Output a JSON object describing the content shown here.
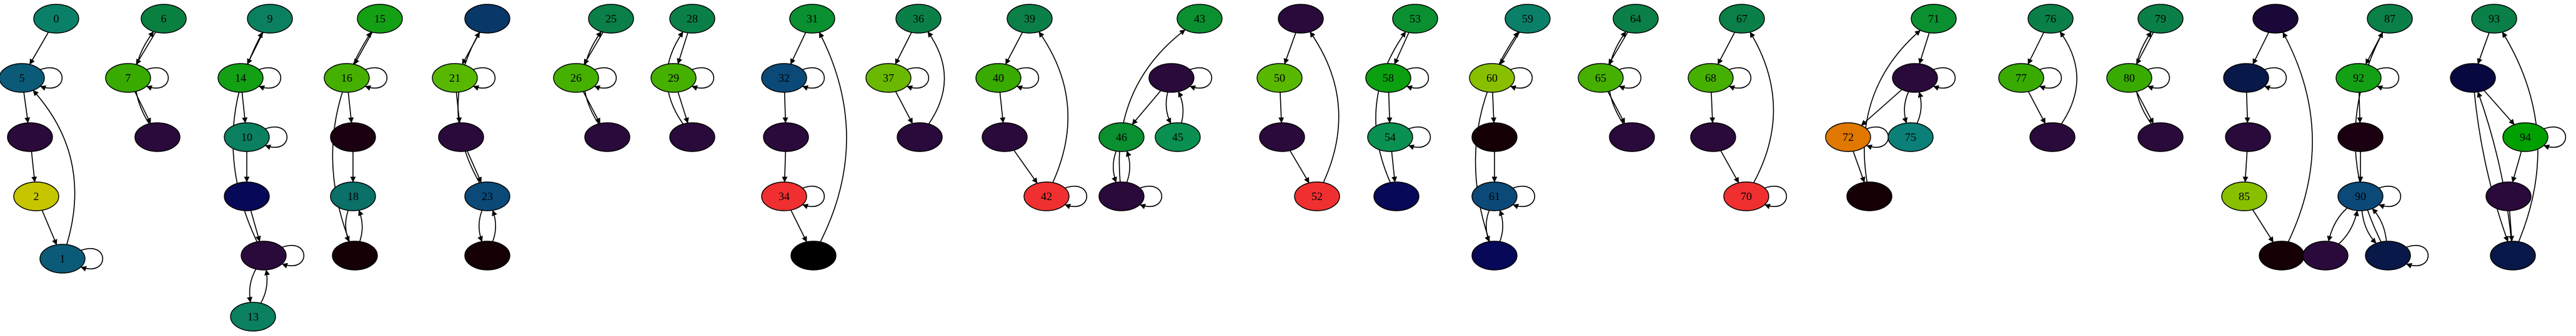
{
  "nodes": [
    {
      "id": "n0",
      "label": "0",
      "color": "#0a8068"
    },
    {
      "id": "n5",
      "label": "5",
      "color": "#0b5a78"
    },
    {
      "id": "nA",
      "label": "",
      "color": "#2a0a3a"
    },
    {
      "id": "n2",
      "label": "2",
      "color": "#c6c600"
    },
    {
      "id": "n1",
      "label": "1",
      "color": "#0b5a78"
    },
    {
      "id": "n6",
      "label": "6",
      "color": "#0a8040"
    },
    {
      "id": "n7",
      "label": "7",
      "color": "#38aa00"
    },
    {
      "id": "nB",
      "label": "",
      "color": "#2a0a3a"
    },
    {
      "id": "n9",
      "label": "9",
      "color": "#0a8060"
    },
    {
      "id": "n14",
      "label": "14",
      "color": "#14a014"
    },
    {
      "id": "n10",
      "label": "10",
      "color": "#0a8060"
    },
    {
      "id": "nC",
      "label": "",
      "color": "#080858"
    },
    {
      "id": "nD",
      "label": "",
      "color": "#2a0a3a"
    },
    {
      "id": "n13",
      "label": "13",
      "color": "#0a8060"
    },
    {
      "id": "n15",
      "label": "15",
      "color": "#14a014"
    },
    {
      "id": "n16",
      "label": "16",
      "color": "#46b000"
    },
    {
      "id": "nE",
      "label": "",
      "color": "#1a0010"
    },
    {
      "id": "n18",
      "label": "18",
      "color": "#0a7068"
    },
    {
      "id": "nF",
      "label": "",
      "color": "#140005"
    },
    {
      "id": "nG",
      "label": "",
      "color": "#083868"
    },
    {
      "id": "n21",
      "label": "21",
      "color": "#58b800"
    },
    {
      "id": "nH",
      "label": "",
      "color": "#2a0a3a"
    },
    {
      "id": "n23",
      "label": "23",
      "color": "#0b4a78"
    },
    {
      "id": "nI",
      "label": "",
      "color": "#140005"
    },
    {
      "id": "n25",
      "label": "25",
      "color": "#0a8048"
    },
    {
      "id": "n26",
      "label": "26",
      "color": "#46b000"
    },
    {
      "id": "nJ",
      "label": "",
      "color": "#2a0a3a"
    },
    {
      "id": "n28",
      "label": "28",
      "color": "#0a8048"
    },
    {
      "id": "n29",
      "label": "29",
      "color": "#46b000"
    },
    {
      "id": "nK",
      "label": "",
      "color": "#2a0a3a"
    },
    {
      "id": "n31",
      "label": "31",
      "color": "#0a9030"
    },
    {
      "id": "n32",
      "label": "32",
      "color": "#0b4a78"
    },
    {
      "id": "nL",
      "label": "",
      "color": "#2a0a3a"
    },
    {
      "id": "n34",
      "label": "34",
      "color": "#f03030"
    },
    {
      "id": "nM",
      "label": "",
      "color": "#000000"
    },
    {
      "id": "n36",
      "label": "36",
      "color": "#0a8048"
    },
    {
      "id": "n37",
      "label": "37",
      "color": "#6ab800"
    },
    {
      "id": "nN",
      "label": "",
      "color": "#2a0a3a"
    },
    {
      "id": "n39",
      "label": "39",
      "color": "#0a8048"
    },
    {
      "id": "n40",
      "label": "40",
      "color": "#38aa00"
    },
    {
      "id": "nO",
      "label": "",
      "color": "#2a0a3a"
    },
    {
      "id": "n42",
      "label": "42",
      "color": "#f03030"
    },
    {
      "id": "n43",
      "label": "43",
      "color": "#0a9030"
    },
    {
      "id": "nP",
      "label": "",
      "color": "#2a0a3a"
    },
    {
      "id": "n46",
      "label": "46",
      "color": "#0a9030"
    },
    {
      "id": "n45",
      "label": "45",
      "color": "#0a9050"
    },
    {
      "id": "nQ",
      "label": "",
      "color": "#2a0a3a"
    },
    {
      "id": "nR",
      "label": "",
      "color": "#2a0a3a"
    },
    {
      "id": "n50",
      "label": "50",
      "color": "#58b800"
    },
    {
      "id": "nS",
      "label": "",
      "color": "#2a0a3a"
    },
    {
      "id": "n52",
      "label": "52",
      "color": "#f03030"
    },
    {
      "id": "n53",
      "label": "53",
      "color": "#0a9030"
    },
    {
      "id": "n58",
      "label": "58",
      "color": "#0aa010"
    },
    {
      "id": "n54",
      "label": "54",
      "color": "#0a9050"
    },
    {
      "id": "nT",
      "label": "",
      "color": "#080858"
    },
    {
      "id": "n59",
      "label": "59",
      "color": "#0a8068"
    },
    {
      "id": "n60",
      "label": "60",
      "color": "#88c000"
    },
    {
      "id": "nU",
      "label": "",
      "color": "#140005"
    },
    {
      "id": "n61",
      "label": "61",
      "color": "#0b4a78"
    },
    {
      "id": "nV",
      "label": "",
      "color": "#080858"
    },
    {
      "id": "n64",
      "label": "64",
      "color": "#0a8048"
    },
    {
      "id": "n65",
      "label": "65",
      "color": "#46b000"
    },
    {
      "id": "nW",
      "label": "",
      "color": "#2a0a3a"
    },
    {
      "id": "n67",
      "label": "67",
      "color": "#0a8048"
    },
    {
      "id": "n68",
      "label": "68",
      "color": "#46b000"
    },
    {
      "id": "nX",
      "label": "",
      "color": "#2a0a3a"
    },
    {
      "id": "n70",
      "label": "70",
      "color": "#f03030"
    },
    {
      "id": "n71",
      "label": "71",
      "color": "#0a9030"
    },
    {
      "id": "nY",
      "label": "",
      "color": "#2a0a3a"
    },
    {
      "id": "n72",
      "label": "72",
      "color": "#e07800"
    },
    {
      "id": "n75",
      "label": "75",
      "color": "#0a8078"
    },
    {
      "id": "nZ",
      "label": "",
      "color": "#140005"
    },
    {
      "id": "n76",
      "label": "76",
      "color": "#0a8048"
    },
    {
      "id": "n77",
      "label": "77",
      "color": "#38aa00"
    },
    {
      "id": "nAA",
      "label": "",
      "color": "#2a0a3a"
    },
    {
      "id": "n79",
      "label": "79",
      "color": "#0a8048"
    },
    {
      "id": "n80",
      "label": "80",
      "color": "#38aa00"
    },
    {
      "id": "nAB",
      "label": "",
      "color": "#2a0a3a"
    },
    {
      "id": "nAC",
      "label": "",
      "color": "#1a0838"
    },
    {
      "id": "nAD",
      "label": "",
      "color": "#081848"
    },
    {
      "id": "nAE",
      "label": "",
      "color": "#2a0a3a"
    },
    {
      "id": "n85",
      "label": "85",
      "color": "#88c000"
    },
    {
      "id": "nAF",
      "label": "",
      "color": "#140005"
    },
    {
      "id": "n87",
      "label": "87",
      "color": "#0a8048"
    },
    {
      "id": "n92",
      "label": "92",
      "color": "#14a014"
    },
    {
      "id": "nAG",
      "label": "",
      "color": "#1a0010"
    },
    {
      "id": "n90",
      "label": "90",
      "color": "#0b4a78"
    },
    {
      "id": "nAH",
      "label": "",
      "color": "#2a0a3a"
    },
    {
      "id": "nAI",
      "label": "",
      "color": "#081848"
    },
    {
      "id": "n93",
      "label": "93",
      "color": "#0a8048"
    },
    {
      "id": "nAJ",
      "label": "",
      "color": "#080840"
    },
    {
      "id": "n94",
      "label": "94",
      "color": "#00a000"
    },
    {
      "id": "nAK",
      "label": "",
      "color": "#2a0a3a"
    },
    {
      "id": "nAL",
      "label": "",
      "color": "#081848"
    }
  ]
}
